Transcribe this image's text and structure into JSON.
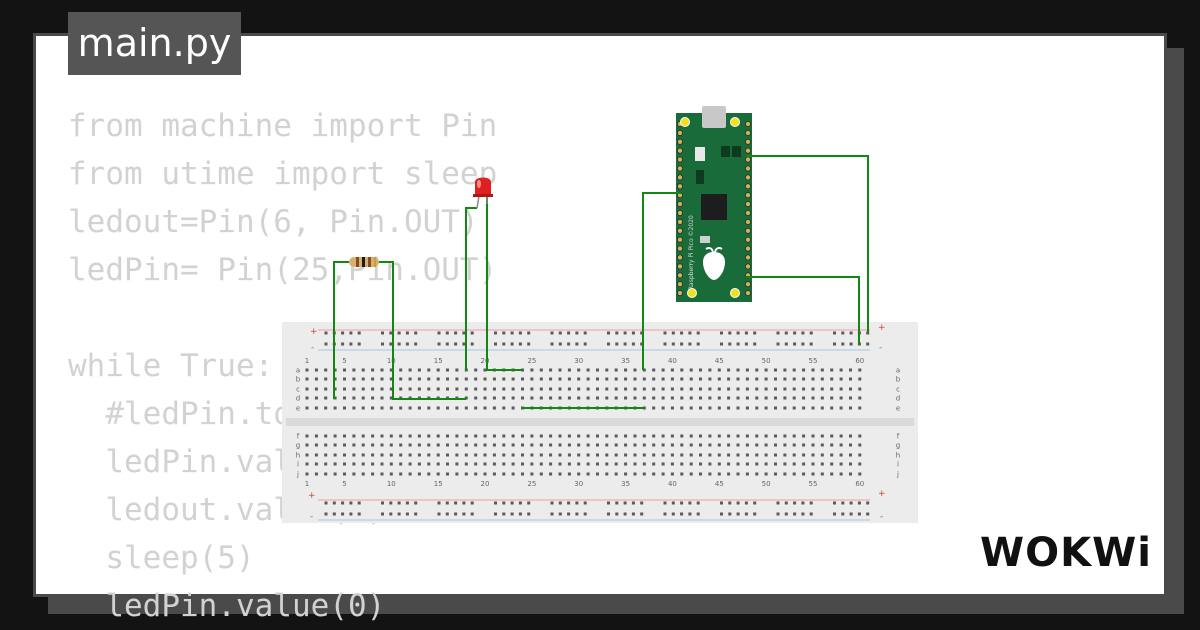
{
  "file_tab": {
    "label": "main.py"
  },
  "code_lines": [
    "from machine import Pin",
    "from utime import sleep",
    "ledout=Pin(6, Pin.OUT)",
    "ledPin= Pin(25,Pin.OUT)",
    "",
    "while True:",
    "  #ledPin.toggle()",
    "  ledPin.value(1)",
    "  ledout.value(1)",
    "  sleep(5)",
    "  ledPin.value(0)"
  ],
  "breadboard": {
    "column_numbers": [
      "1",
      "5",
      "10",
      "15",
      "20",
      "25",
      "30",
      "35",
      "40",
      "45",
      "50",
      "55",
      "60"
    ],
    "rows_top": [
      "a",
      "b",
      "c",
      "d",
      "e"
    ],
    "rows_bottom": [
      "f",
      "g",
      "h",
      "i",
      "j"
    ],
    "rail_plus": "+",
    "rail_minus": "-"
  },
  "pico": {
    "silkscreen": "Raspberry Pi Pico ©2020"
  },
  "brand": {
    "logo": "WOKWi"
  },
  "colors": {
    "background": "#131313",
    "card": "#ffffff",
    "tab": "#555555",
    "code_text": "#d2d2d2",
    "breadboard": "#ececec",
    "wire": "#118811",
    "pico_board": "#1a6b3a",
    "led": "#e02020"
  }
}
